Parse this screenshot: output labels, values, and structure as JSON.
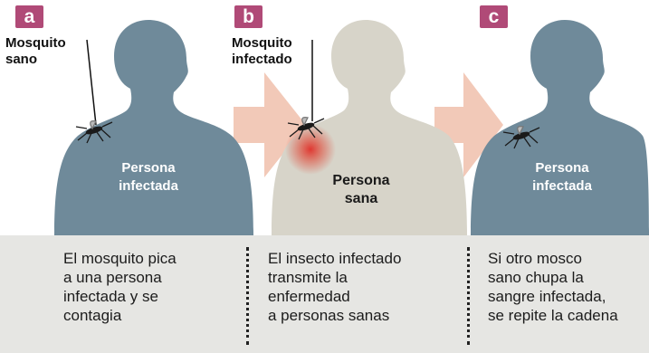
{
  "colors": {
    "badge": "#b04a77",
    "infected_person": "#6f8a9a",
    "healthy_person": "#d7d4c9",
    "arrow": "#f2c9b8",
    "bite_glow": "#e0302a",
    "caption_band": "#e6e6e3"
  },
  "panels": [
    {
      "letter": "a",
      "callout": "Mosquito\nsano",
      "person_label": "Persona\ninfectada",
      "caption": "El mosquito pica\na una persona\ninfectada y se\ncontagia"
    },
    {
      "letter": "b",
      "callout": "Mosquito\ninfectado",
      "person_label": "Persona\nsana",
      "caption": "El insecto infectado\ntransmite la\nenfermedad\na personas sanas"
    },
    {
      "letter": "c",
      "callout": "",
      "person_label": "Persona\ninfectada",
      "caption": "Si otro mosco\nsano chupa la\nsangre infectada,\nse repite la cadena"
    }
  ],
  "icons": [
    "mosquito-icon",
    "flow-arrow-icon"
  ]
}
